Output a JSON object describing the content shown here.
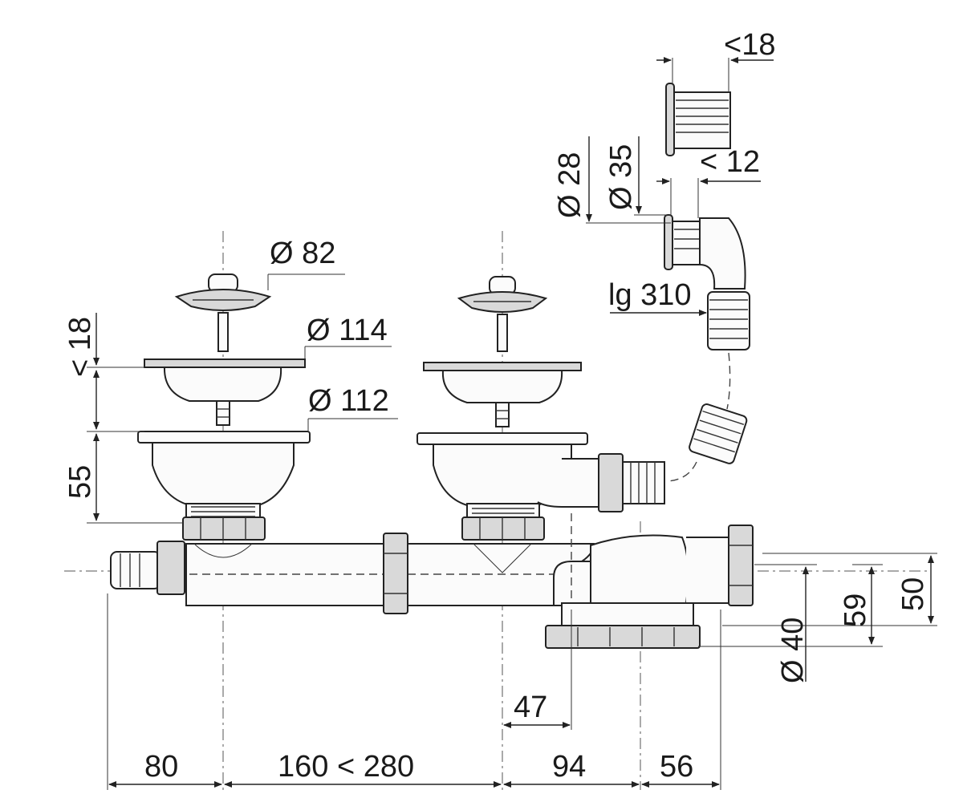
{
  "dimensions": {
    "stopper_diameter": "Ø 82",
    "basket_diameter": "Ø 114",
    "body_diameter": "Ø 112",
    "stopper_height": "< 18",
    "basket_height": "55",
    "overflow_d28": "Ø 28",
    "overflow_d35": "Ø 35",
    "overflow_top": "<18",
    "overflow_mid": "< 12",
    "hose_length": "lg 310",
    "offset_47": "47",
    "outlet_diameter": "Ø 40",
    "height_59": "59",
    "height_50": "50",
    "base_80": "80",
    "base_160": "160 < 280",
    "base_94": "94",
    "base_56": "56"
  }
}
